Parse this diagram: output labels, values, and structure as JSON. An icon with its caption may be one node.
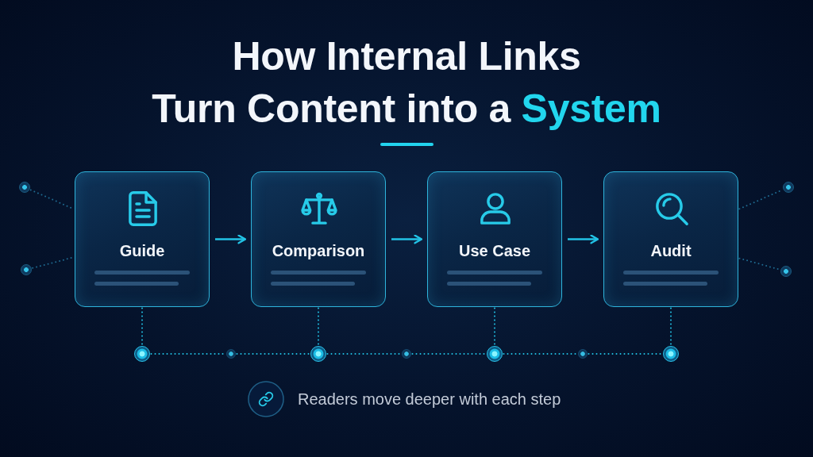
{
  "diagram": {
    "title": "How Internal Links Turn Content into a System",
    "nodes": [
      {
        "text": [
          "Guide"
        ]
      },
      {
        "text": [
          "Comparison"
        ]
      },
      {
        "text": [
          "Use Case"
        ]
      },
      {
        "text": [
          "Audit"
        ]
      },
      {
        "text": [],
        "shape": "circle"
      },
      {
        "text": [],
        "shape": "circle"
      },
      {
        "text": [],
        "shape": "circle"
      },
      {
        "text": [],
        "shape": "circle"
      },
      {
        "text": [],
        "shape": "circle"
      },
      {
        "text": [],
        "shape": "circle"
      },
      {
        "text": [],
        "shape": "circle"
      },
      {
        "text": [],
        "shape": "circle"
      },
      {
        "text": [],
        "shape": "circle"
      },
      {
        "text": [],
        "shape": "circle"
      },
      {
        "text": [],
        "shape": "circle"
      }
    ],
    "edges": [
      {
        "from": 0,
        "to": 1,
        "arrow": "to"
      },
      {
        "from": 1,
        "to": 2,
        "arrow": "to"
      },
      {
        "from": 2,
        "to": 3,
        "arrow": "to"
      },
      {
        "from": 4,
        "to": 0,
        "arrow": "none",
        "style": "dashed",
        "color": "#1f6b91"
      },
      {
        "from": 5,
        "to": 0,
        "arrow": "none",
        "style": "dashed",
        "color": "#1f6b91"
      },
      {
        "from": 3,
        "to": 6,
        "arrow": "none",
        "style": "dashed",
        "color": "#1f6b91"
      },
      {
        "from": 3,
        "to": 7,
        "arrow": "none",
        "style": "dashed",
        "color": "#1f6b91"
      },
      {
        "from": 0,
        "to": 8,
        "arrow": "none",
        "style": "dashed"
      },
      {
        "from": 1,
        "to": 10,
        "arrow": "none",
        "style": "dashed"
      },
      {
        "from": 2,
        "to": 12,
        "arrow": "none",
        "style": "dashed"
      },
      {
        "from": 3,
        "to": 14,
        "arrow": "none",
        "style": "dashed"
      },
      {
        "from": 8,
        "to": 9,
        "arrow": "none",
        "style": "dashed"
      },
      {
        "from": 9,
        "to": 10,
        "arrow": "none",
        "style": "dashed"
      },
      {
        "from": 10,
        "to": 11,
        "arrow": "none",
        "style": "dashed"
      },
      {
        "from": 11,
        "to": 12,
        "arrow": "none",
        "style": "dashed"
      },
      {
        "from": 12,
        "to": 13,
        "arrow": "none",
        "style": "dashed"
      },
      {
        "from": 13,
        "to": 14,
        "arrow": "none",
        "style": "dashed"
      }
    ],
    "labels": [
      "Readers move deeper with each step"
    ]
  }
}
